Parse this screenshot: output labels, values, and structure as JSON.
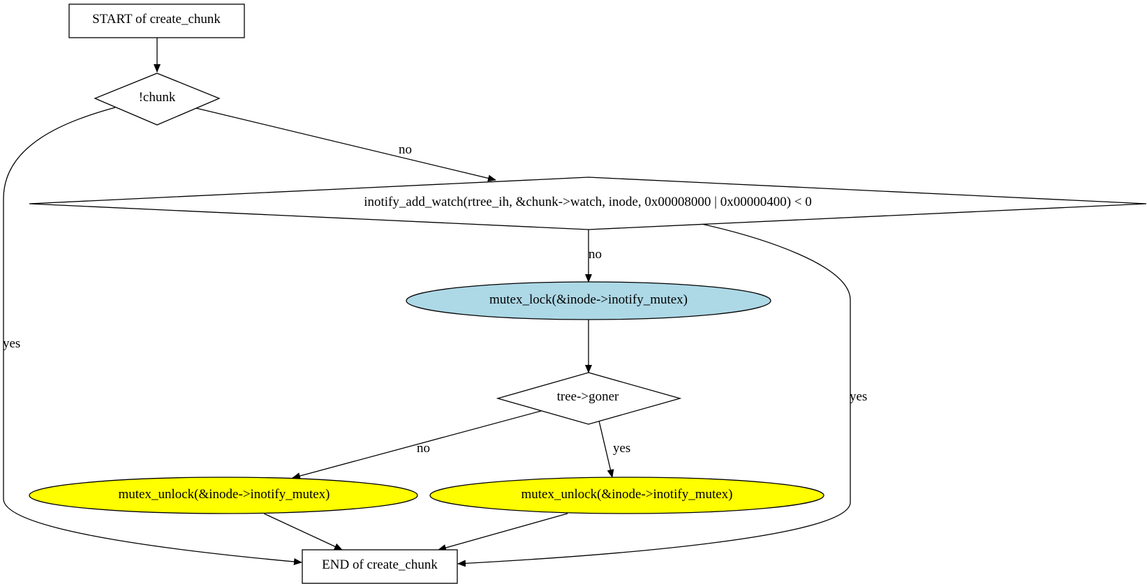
{
  "diagram": {
    "nodes": {
      "start": {
        "label": "START of create_chunk"
      },
      "check_chunk": {
        "label": "!chunk"
      },
      "check_watch": {
        "label": "inotify_add_watch(rtree_ih, &chunk->watch, inode, 0x00008000 | 0x00000400) < 0"
      },
      "lock": {
        "label": "mutex_lock(&inode->inotify_mutex)",
        "fill": "#add8e6"
      },
      "check_goner": {
        "label": "tree->goner"
      },
      "unlock_left": {
        "label": "mutex_unlock(&inode->inotify_mutex)",
        "fill": "#ffff00"
      },
      "unlock_right": {
        "label": "mutex_unlock(&inode->inotify_mutex)",
        "fill": "#ffff00"
      },
      "end": {
        "label": "END of create_chunk"
      }
    },
    "edges": {
      "start_to_check_chunk": {
        "label": ""
      },
      "check_chunk_yes": {
        "label": "yes"
      },
      "check_chunk_no": {
        "label": "no"
      },
      "check_watch_no": {
        "label": "no"
      },
      "check_watch_yes": {
        "label": "yes"
      },
      "lock_to_goner": {
        "label": ""
      },
      "goner_no": {
        "label": "no"
      },
      "goner_yes": {
        "label": "yes"
      },
      "unlock_left_to_end": {
        "label": ""
      },
      "unlock_right_to_end": {
        "label": ""
      }
    }
  }
}
